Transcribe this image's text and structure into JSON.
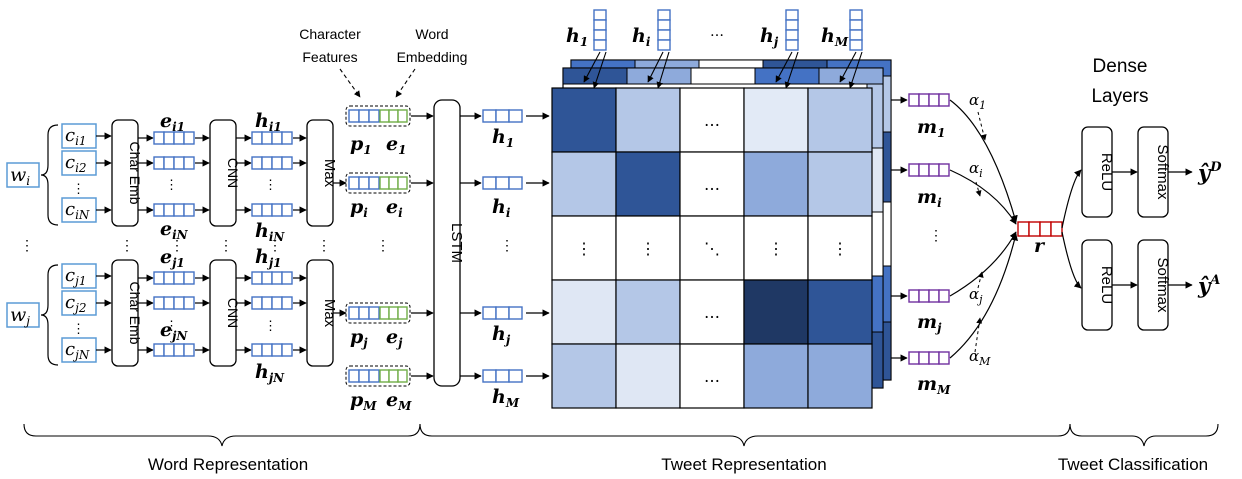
{
  "inputs": {
    "w_i": {
      "base": "w",
      "sub": "i"
    },
    "w_j": {
      "base": "w",
      "sub": "j"
    },
    "c_i1": {
      "base": "c",
      "sub": "i1"
    },
    "c_i2": {
      "base": "c",
      "sub": "i2"
    },
    "c_iN": {
      "base": "c",
      "sub": "iN"
    },
    "c_j1": {
      "base": "c",
      "sub": "j1"
    },
    "c_j2": {
      "base": "c",
      "sub": "j2"
    },
    "c_jN": {
      "base": "c",
      "sub": "jN"
    }
  },
  "blocks": {
    "char_emb": "Char Emb",
    "cnn": "CNN",
    "max": "Max",
    "lstm": "LSTM",
    "relu": "ReLU",
    "softmax": "Softmax"
  },
  "labels": {
    "e_i1": {
      "base": "e",
      "sub": "i1"
    },
    "e_iN": {
      "base": "e",
      "sub": "iN"
    },
    "e_j1": {
      "base": "e",
      "sub": "j1"
    },
    "e_jN": {
      "base": "e",
      "sub": "jN"
    },
    "h_i1": {
      "base": "h",
      "sub": "i1"
    },
    "h_iN": {
      "base": "h",
      "sub": "iN"
    },
    "h_j1": {
      "base": "h",
      "sub": "j1"
    },
    "h_jN": {
      "base": "h",
      "sub": "jN"
    },
    "p_1": {
      "base": "p",
      "sub": "1"
    },
    "p_i": {
      "base": "p",
      "sub": "i"
    },
    "p_j": {
      "base": "p",
      "sub": "j"
    },
    "p_M": {
      "base": "p",
      "sub": "M"
    },
    "e_1": {
      "base": "e",
      "sub": "1"
    },
    "e_i": {
      "base": "e",
      "sub": "i"
    },
    "e_j": {
      "base": "e",
      "sub": "j"
    },
    "e_M": {
      "base": "e",
      "sub": "M"
    },
    "h_1": {
      "base": "h",
      "sub": "1"
    },
    "h_i": {
      "base": "h",
      "sub": "i"
    },
    "h_j": {
      "base": "h",
      "sub": "j"
    },
    "h_M": {
      "base": "h",
      "sub": "M"
    },
    "top_h_1": {
      "base": "h",
      "sub": "1"
    },
    "top_h_i": {
      "base": "h",
      "sub": "i"
    },
    "top_h_j": {
      "base": "h",
      "sub": "j"
    },
    "top_h_M": {
      "base": "h",
      "sub": "M"
    },
    "m_1": {
      "base": "m",
      "sub": "1"
    },
    "m_i": {
      "base": "m",
      "sub": "i"
    },
    "m_j": {
      "base": "m",
      "sub": "j"
    },
    "m_M": {
      "base": "m",
      "sub": "M"
    },
    "alpha_1": {
      "base": "α",
      "sub": "1"
    },
    "alpha_i": {
      "base": "α",
      "sub": "i"
    },
    "alpha_j": {
      "base": "α",
      "sub": "j"
    },
    "alpha_M": {
      "base": "α",
      "sub": "M"
    },
    "r": "r",
    "y_D": {
      "base": "ŷ",
      "sup": "D"
    },
    "y_A": {
      "base": "ŷ",
      "sup": "A"
    }
  },
  "annotations": {
    "character_features": [
      "Character",
      "Features"
    ],
    "word_embedding": [
      "Word",
      "Embedding"
    ],
    "dense_layers": [
      "Dense",
      "Layers"
    ],
    "ellipsis": "…",
    "vdots": "⋮",
    "ddots": "⋱"
  },
  "sections": {
    "word_representation": "Word Representation",
    "tweet_representation": "Tweet Representation",
    "tweet_classification": "Tweet Classification"
  },
  "heatmap": {
    "rows": [
      [
        "#2f5597",
        "#b4c7e7",
        "#ffffff",
        "#e2eaf6",
        "#b4c7e7"
      ],
      [
        "#b4c7e7",
        "#2f5597",
        "#ffffff",
        "#8eaadb",
        "#b4c7e7"
      ],
      [
        "#ffffff",
        "#ffffff",
        "#ffffff",
        "#ffffff",
        "#ffffff"
      ],
      [
        "#dfe7f4",
        "#b4c7e7",
        "#ffffff",
        "#1f3864",
        "#2f5597"
      ],
      [
        "#b4c7e7",
        "#dfe7f4",
        "#ffffff",
        "#8eaadb",
        "#8eaadb"
      ]
    ],
    "cell_text": [
      [
        "",
        "",
        "…",
        "",
        ""
      ],
      [
        "",
        "",
        "…",
        "",
        ""
      ],
      [
        "⋮",
        "⋮",
        "⋱",
        "⋮",
        "⋮"
      ],
      [
        "",
        "",
        "…",
        "",
        ""
      ],
      [
        "",
        "",
        "…",
        "",
        ""
      ]
    ]
  },
  "colors": {
    "blue_vec": "#4472c4",
    "green_vec": "#70ad47",
    "purple_vec": "#7030a0",
    "red_vec": "#c00000",
    "input_box": "#5b9bd5"
  }
}
